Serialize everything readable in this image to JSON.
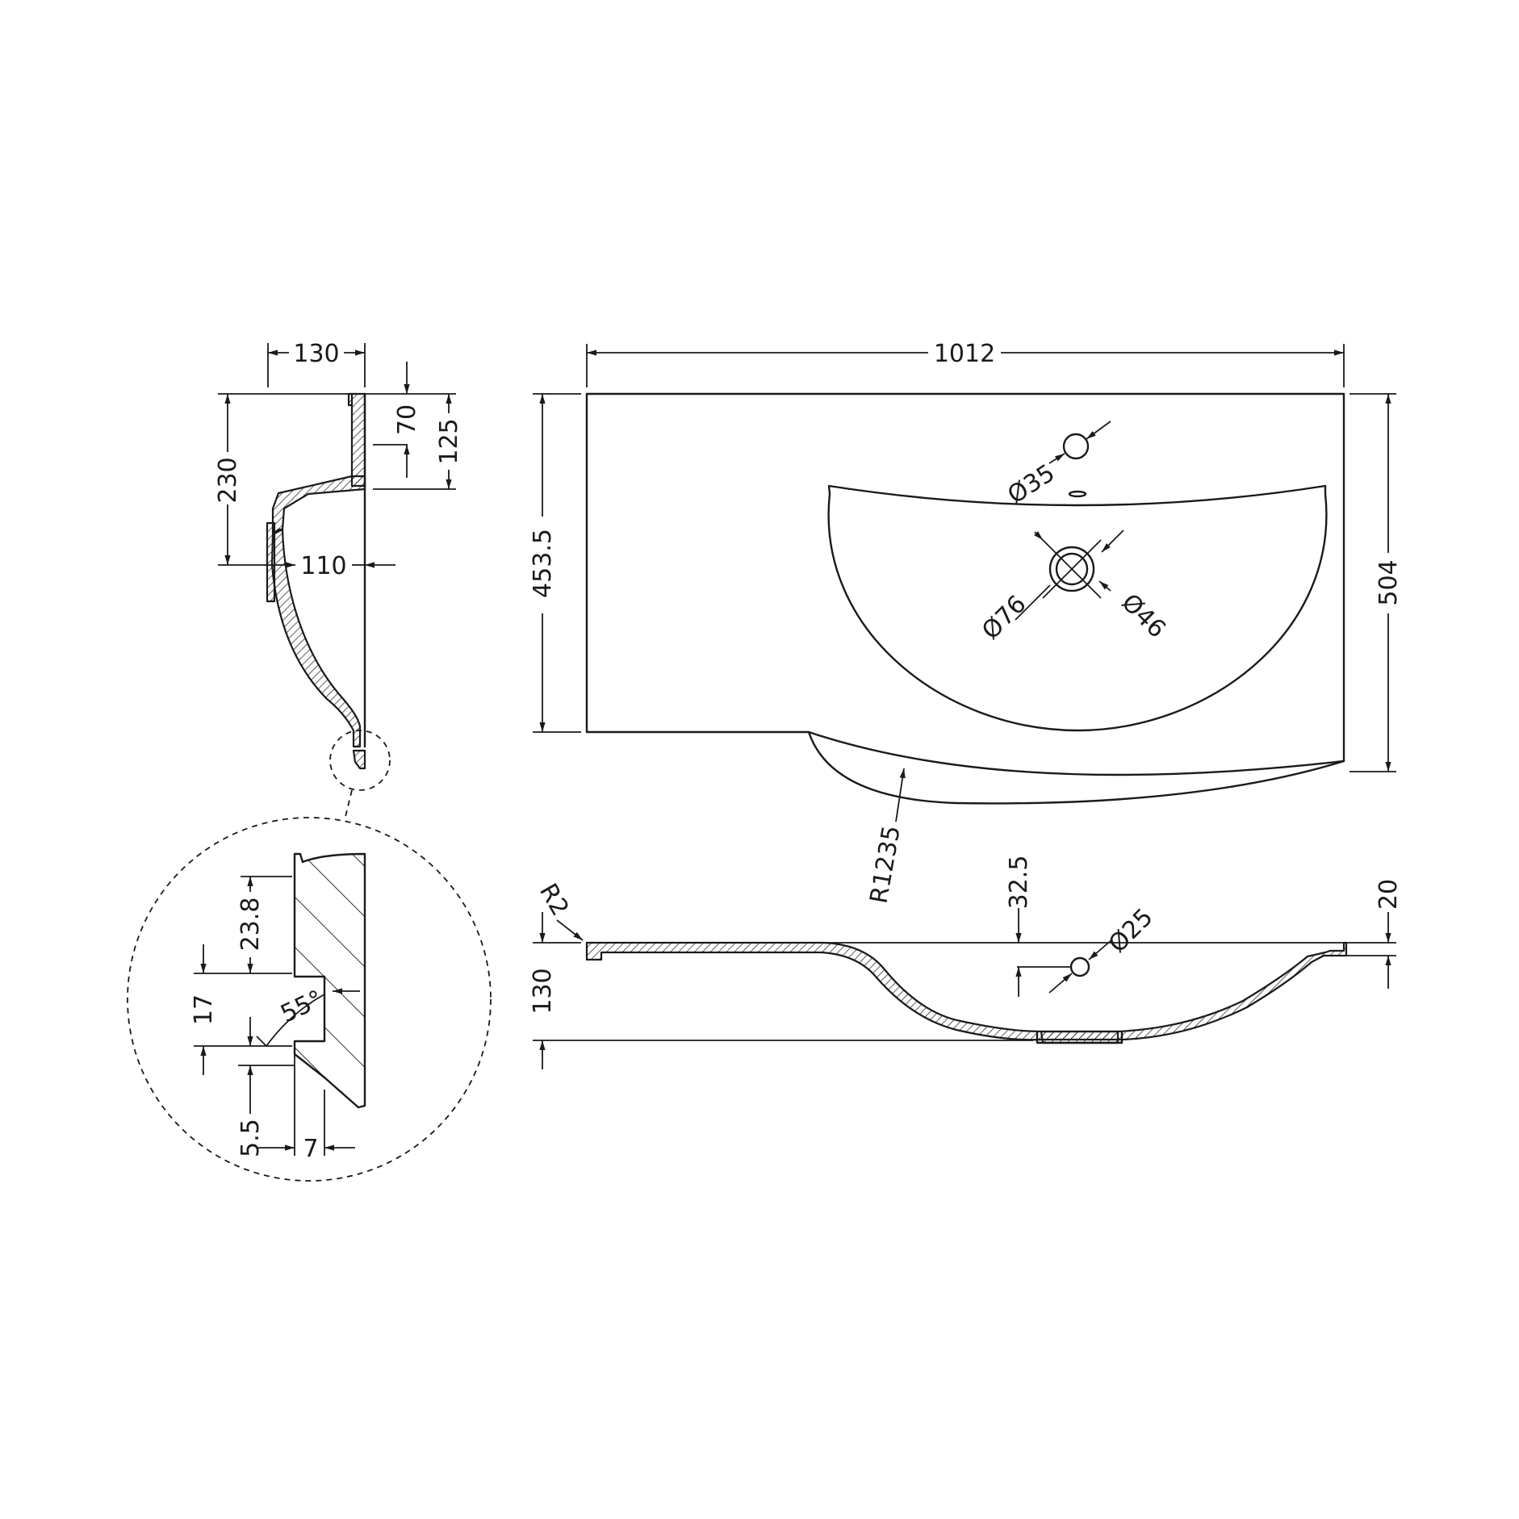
{
  "dimensions": {
    "side_view": {
      "width_top": "130",
      "height_back": "230",
      "rim_height": "70",
      "upstand_height": "125",
      "projection": "110"
    },
    "plan_view": {
      "overall_width": "1012",
      "left_depth": "453.5",
      "overall_depth": "504",
      "tap_hole": "Ø35",
      "waste_outer": "Ø76",
      "waste_inner": "Ø46",
      "front_radius": "R1235"
    },
    "front_section": {
      "edge_radius": "R2",
      "overflow_offset": "32.5",
      "overflow_hole": "Ø25",
      "lip_height": "20",
      "overall_height": "130"
    },
    "detail": {
      "slot_top": "23.8",
      "slot_height": "17",
      "chamfer_angle": "55°",
      "chamfer_depth": "5.5",
      "slot_depth": "7"
    }
  }
}
